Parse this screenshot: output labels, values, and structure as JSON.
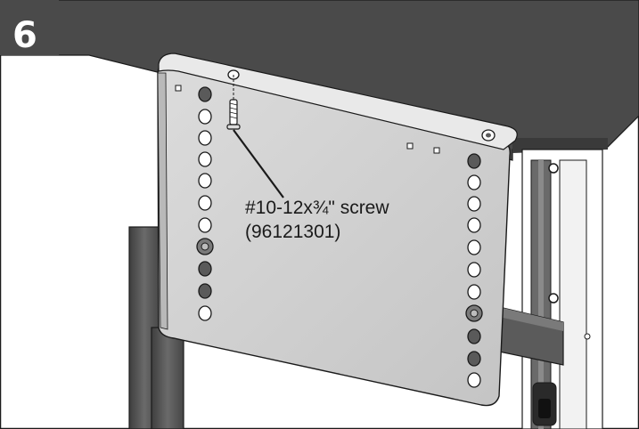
{
  "step": {
    "number": "6"
  },
  "callout": {
    "line1": "#10-12x¾\" screw",
    "line2": "(96121301)"
  },
  "colors": {
    "tabletop": "#4d4d4d",
    "leg": "#5a5a5a",
    "bracket": "#cfcfcf",
    "outline": "#1a1a1a"
  }
}
